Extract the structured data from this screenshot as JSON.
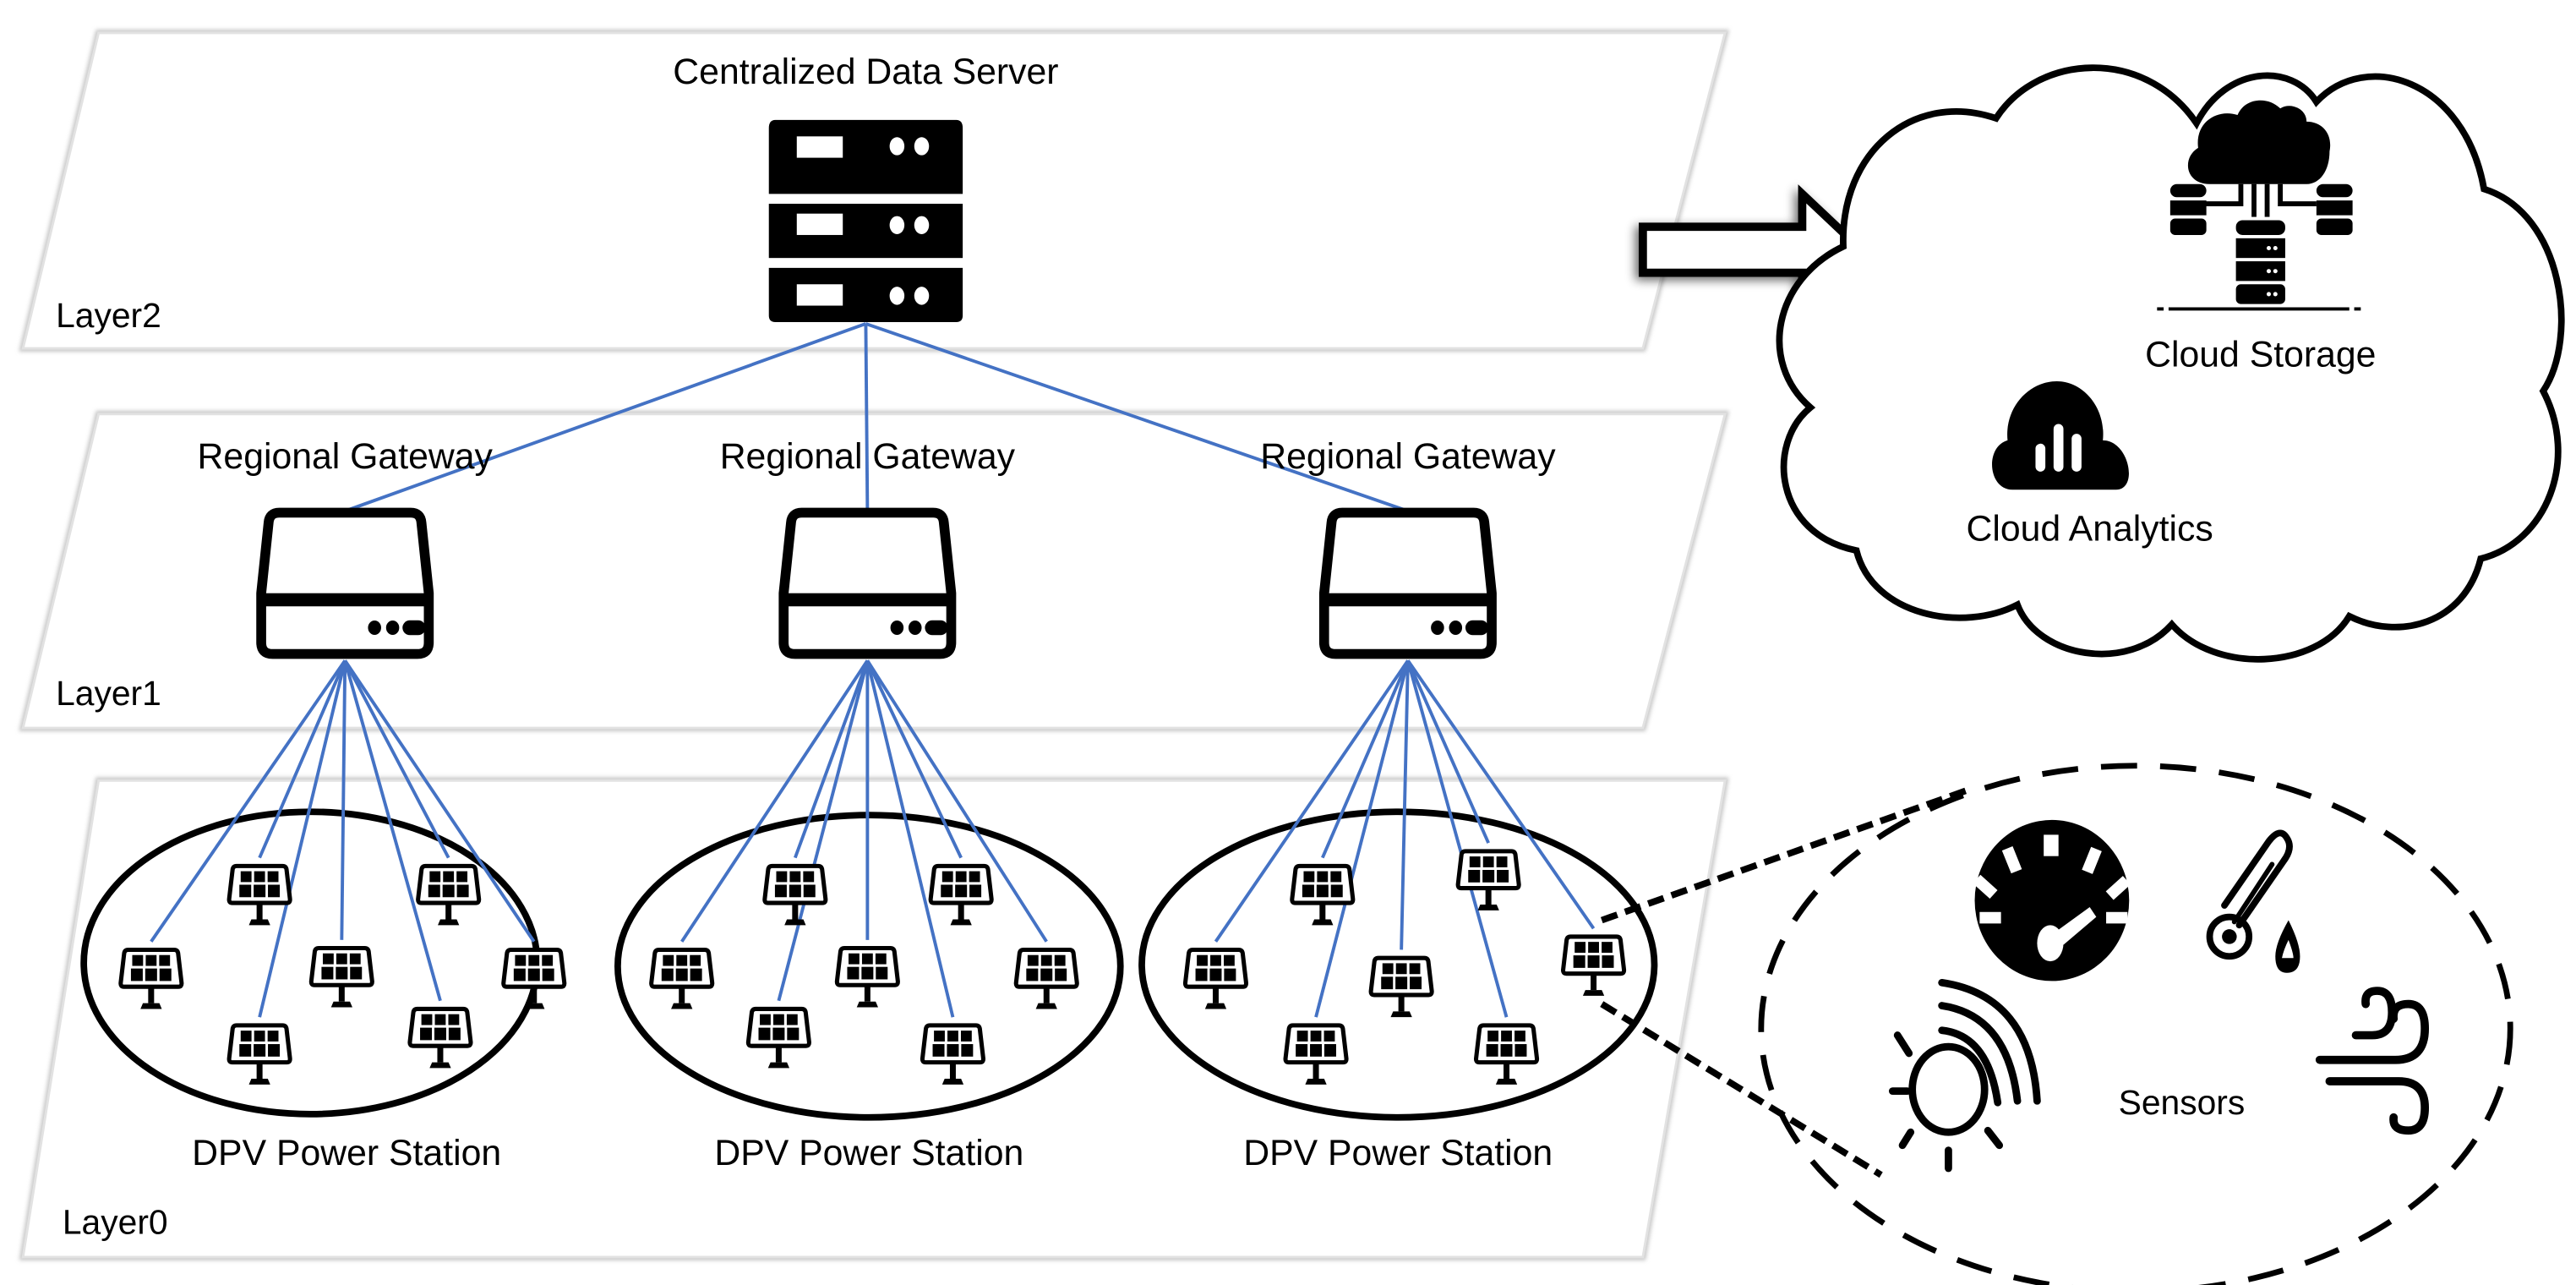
{
  "title": "Hierarchical DPV monitoring architecture",
  "colors": {
    "link": "#4472C4",
    "ink": "#000000",
    "panel_edge": "#d4d4d4"
  },
  "layers": [
    {
      "id": "layer2",
      "label": "Layer2"
    },
    {
      "id": "layer1",
      "label": "Layer1"
    },
    {
      "id": "layer0",
      "label": "Layer0"
    }
  ],
  "server": {
    "label": "Centralized Data Server",
    "icon": "server-rack-icon"
  },
  "gateways": [
    {
      "label": "Regional Gateway",
      "icon": "gateway-router-icon"
    },
    {
      "label": "Regional Gateway",
      "icon": "gateway-router-icon"
    },
    {
      "label": "Regional Gateway",
      "icon": "gateway-router-icon"
    }
  ],
  "stations": [
    {
      "label": "DPV Power Station",
      "panel_count": 7,
      "icon": "solar-panel-icon"
    },
    {
      "label": "DPV Power Station",
      "panel_count": 7,
      "icon": "solar-panel-icon"
    },
    {
      "label": "DPV Power Station",
      "panel_count": 7,
      "icon": "solar-panel-icon"
    }
  ],
  "cloud": {
    "storage_label": "Cloud Storage",
    "analytics_label": "Cloud Analytics",
    "storage_icon": "cloud-database-icon",
    "analytics_icon": "cloud-chart-icon"
  },
  "sensors": {
    "label": "Sensors",
    "items": [
      {
        "name": "pressure",
        "icon": "gauge-icon"
      },
      {
        "name": "temperature-humidity",
        "icon": "thermometer-droplet-icon"
      },
      {
        "name": "irradiance",
        "icon": "sun-radiation-icon"
      },
      {
        "name": "wind",
        "icon": "wind-icon"
      }
    ]
  }
}
